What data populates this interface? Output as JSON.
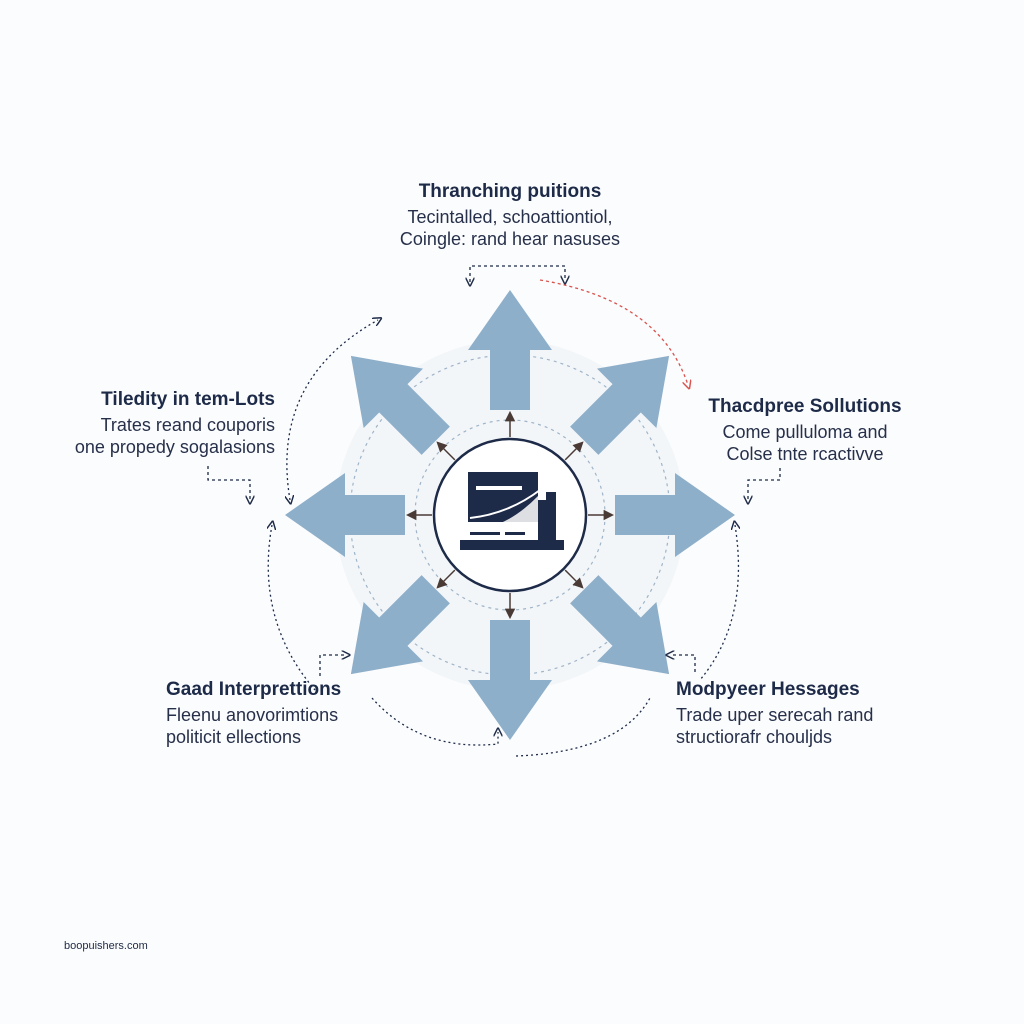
{
  "labels": {
    "top": {
      "title": "Thranching puitions",
      "lines": [
        "Tecintalled, schoattiontiol,",
        "Coingle: rand hear nasuses"
      ]
    },
    "left": {
      "title": "Tiledity in tem-Lots",
      "lines": [
        "Trates reand couporis",
        "one propedy sogalasions"
      ]
    },
    "right": {
      "title": "Thacdpree Sollutions",
      "lines": [
        "Come pulluloma and",
        "Colse tnte rcactivve"
      ]
    },
    "bottom_left": {
      "title": "Gaad Interprettions",
      "lines": [
        "Fleenu anovorimtions",
        "politicit ellections"
      ]
    },
    "bottom_right": {
      "title": "Modpyeer Hessages",
      "lines": [
        "Trade uper serecah rand",
        "structiorafr chouljds"
      ]
    }
  },
  "footer": "boopuishers.com",
  "colors": {
    "arrow_fill": "#8eafca",
    "dark": "#1d2a48",
    "accent_red": "#d9534f",
    "ring": "#dde6ee"
  },
  "center_icon": "laptop-chart-icon"
}
